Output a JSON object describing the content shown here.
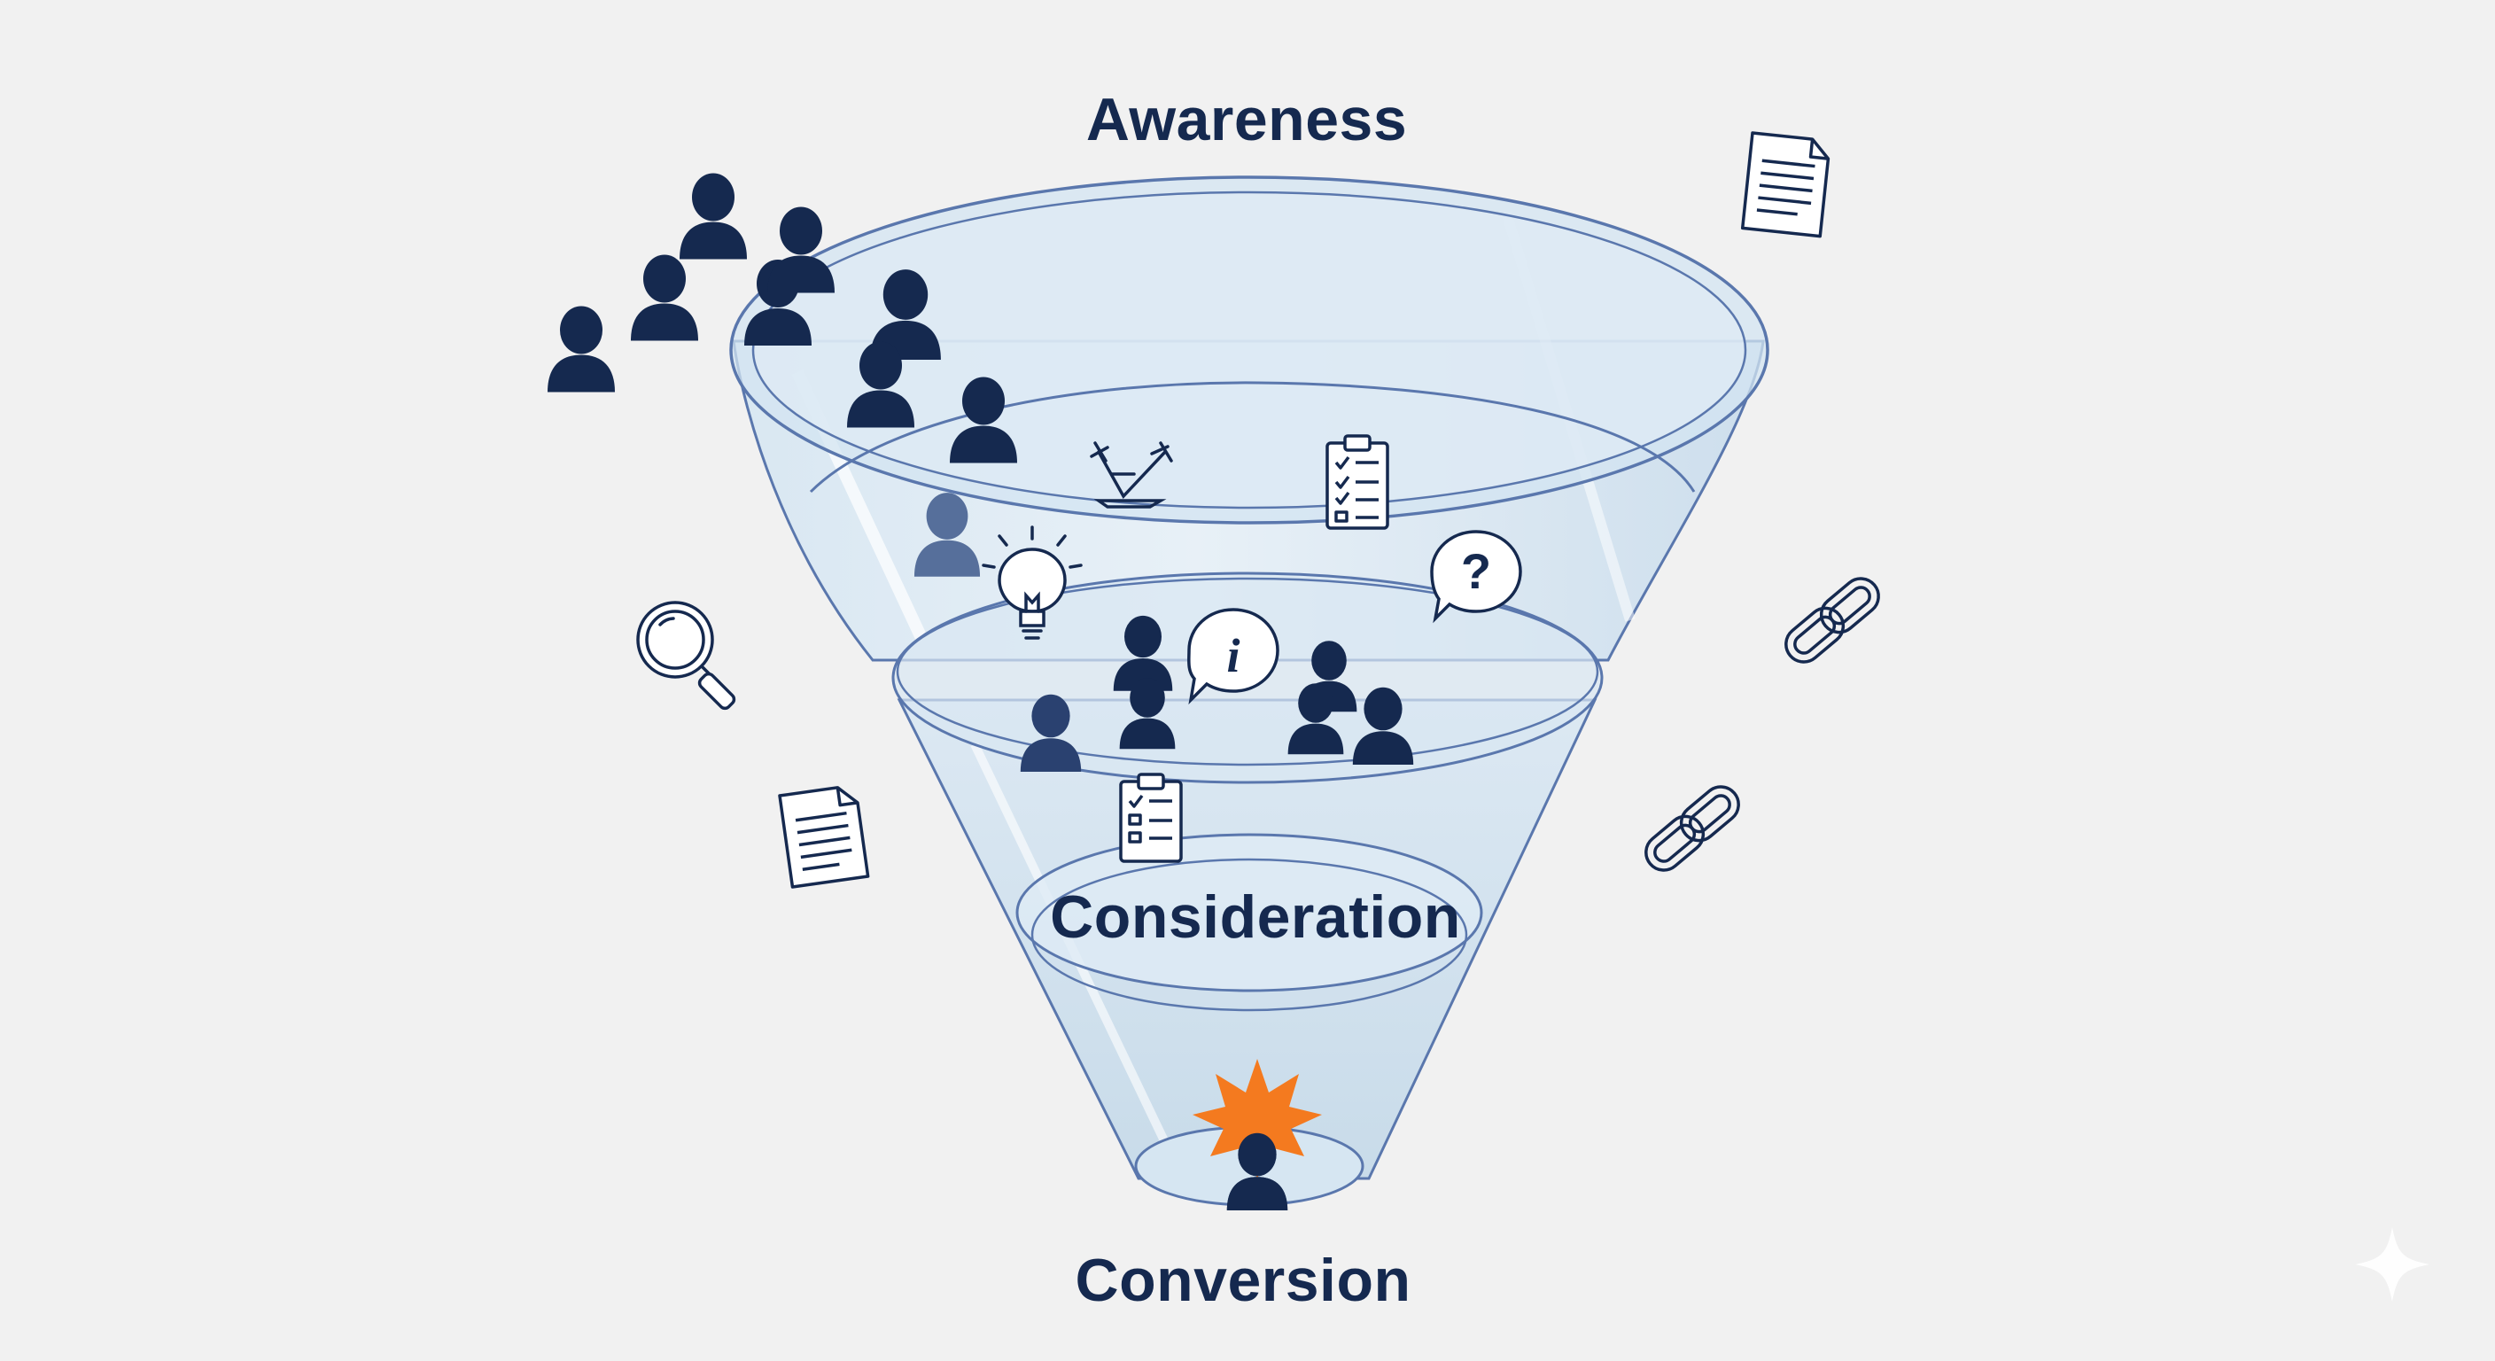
{
  "stages": {
    "awareness": "Awareness",
    "consideration": "Consideration",
    "conversion": "Conversion"
  },
  "icons": {
    "person": "person-icon",
    "document": "document-icon",
    "checklist": "checklist-icon",
    "magnifier": "magnifier-icon",
    "link": "chain-link-icon",
    "lightbulb": "lightbulb-icon",
    "question": "question-bubble-icon",
    "info": "info-bubble-icon",
    "starburst": "starburst-icon",
    "compass": "compass-tool-icon",
    "sparkle": "sparkle-icon"
  },
  "colors": {
    "background": "#f1f1f1",
    "funnel_fill": "#cfe2f0",
    "funnel_stroke": "#5a77ad",
    "person": "#15294f",
    "person_faded": "#3f5a8c",
    "label_text": "#15294f",
    "starburst": "#f47a1f"
  }
}
